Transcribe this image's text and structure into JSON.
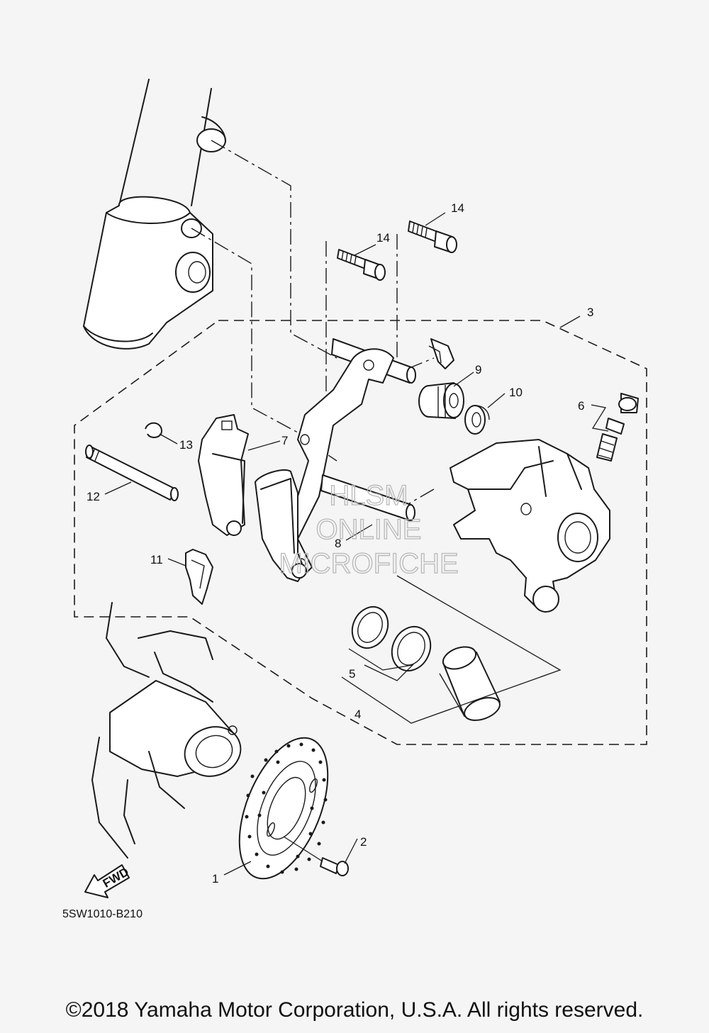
{
  "callouts": {
    "c1": "1",
    "c2": "2",
    "c3": "3",
    "c4": "4",
    "c5": "5",
    "c6": "6",
    "c7": "7",
    "c8": "8",
    "c9": "9",
    "c10": "10",
    "c11": "11",
    "c12": "12",
    "c13": "13",
    "c14a": "14",
    "c14b": "14"
  },
  "fwd_label": "FWD",
  "diagram_code": "5SW1010-B210",
  "watermark": {
    "line1": "HLSM",
    "line2": "ONLINE",
    "line3": "MICROFICHE"
  },
  "copyright": "©2018 Yamaha Motor Corporation, U.S.A. All rights reserved."
}
